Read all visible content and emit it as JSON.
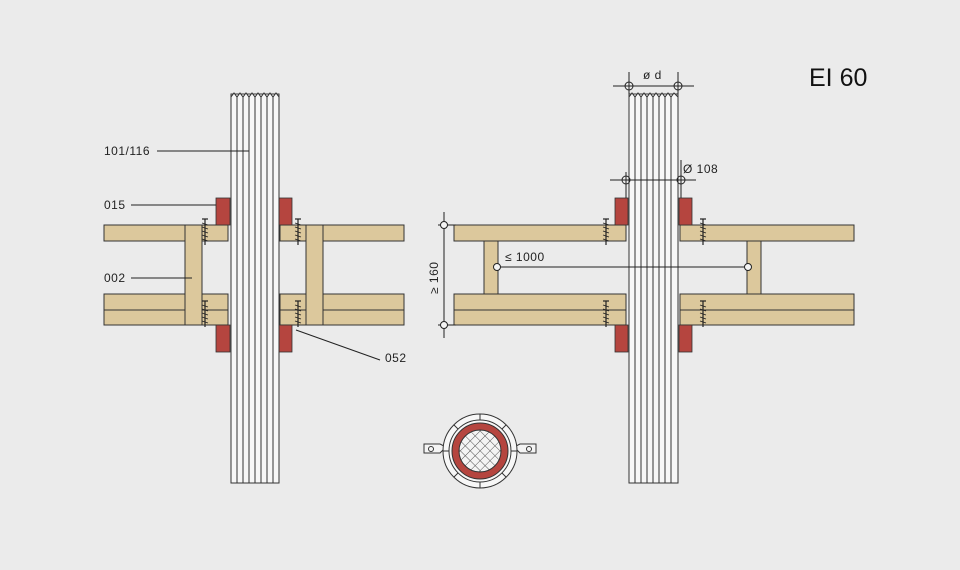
{
  "title": "EI 60",
  "labels": {
    "pipe": "101/116",
    "collar": "015",
    "beam": "002",
    "screw": "052"
  },
  "dimensions": {
    "outer_diameter": "ø d",
    "collar_diameter": "Ø 108",
    "max_spacing": "≤ 1000",
    "min_thickness": "≥ 160"
  },
  "colors": {
    "background": "#ebebeb",
    "timber": "#dcc89c",
    "collar": "#b5453f",
    "line": "#333333"
  }
}
